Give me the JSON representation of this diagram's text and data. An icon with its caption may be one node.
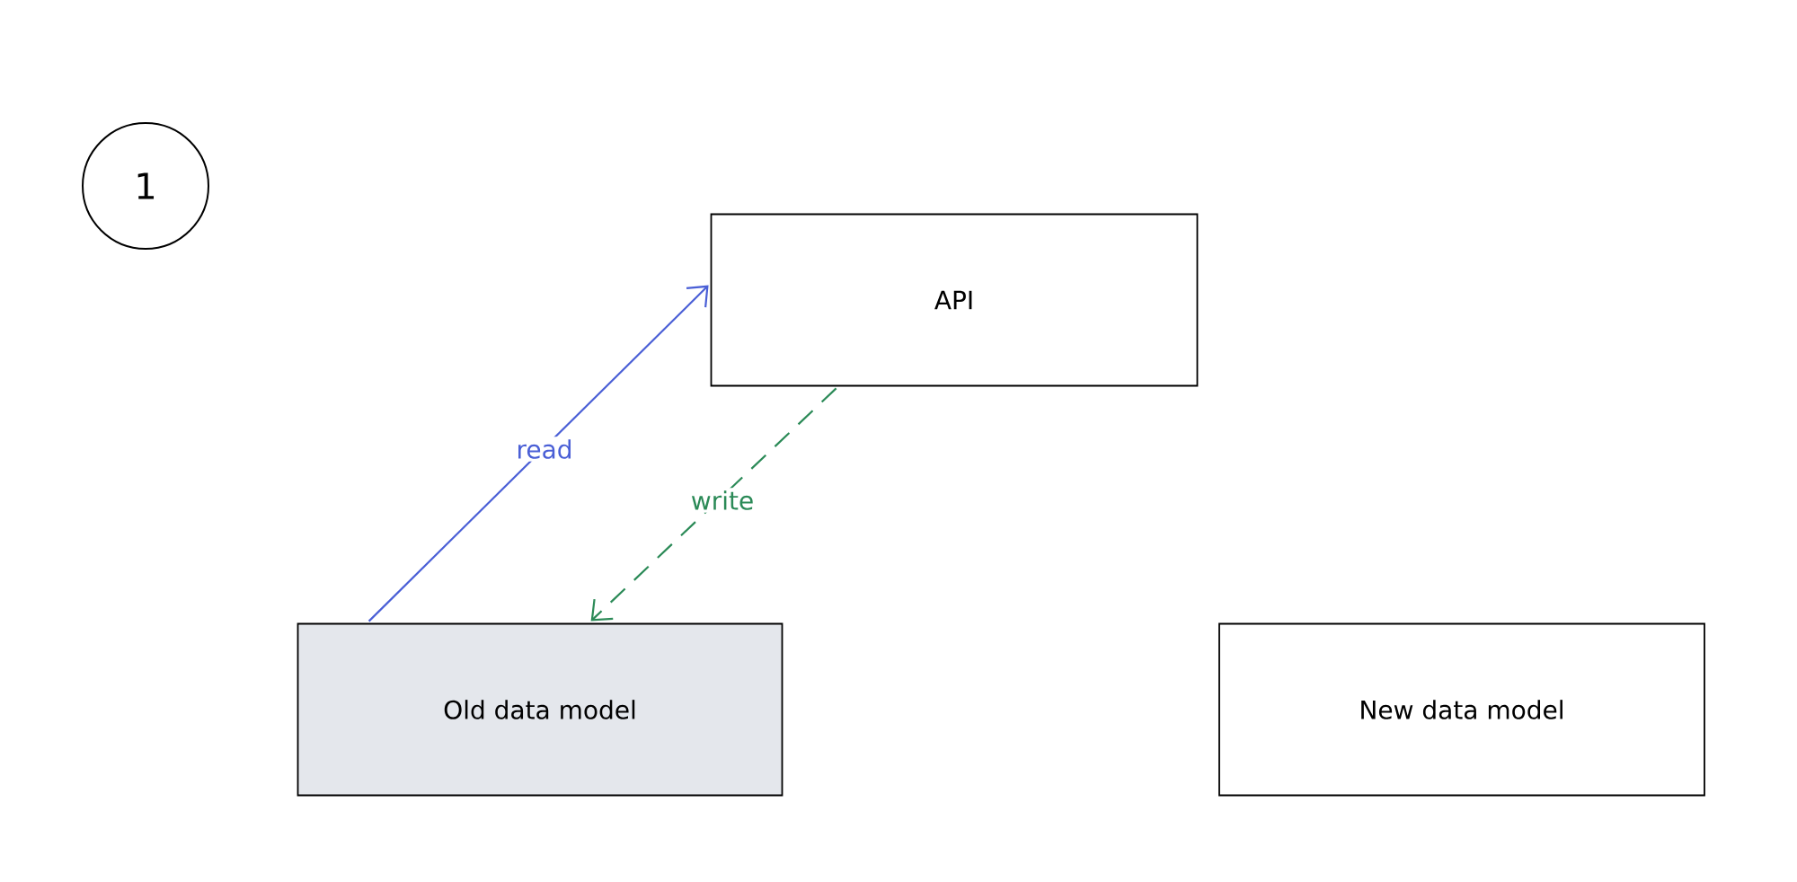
{
  "diagram": {
    "nodes": [
      {
        "text": [
          "1"
        ]
      },
      {
        "text": [
          "API"
        ]
      },
      {
        "text": [
          "Old data model"
        ]
      },
      {
        "text": [
          "New data model"
        ]
      }
    ],
    "edges": [
      {
        "from": 2,
        "to": 1,
        "arrow": "to",
        "label": "read",
        "color": "#4a5fd6"
      },
      {
        "from": 1,
        "to": 2,
        "arrow": "to",
        "label": "write",
        "style": "dashed",
        "color": "#2b8a57"
      }
    ]
  }
}
